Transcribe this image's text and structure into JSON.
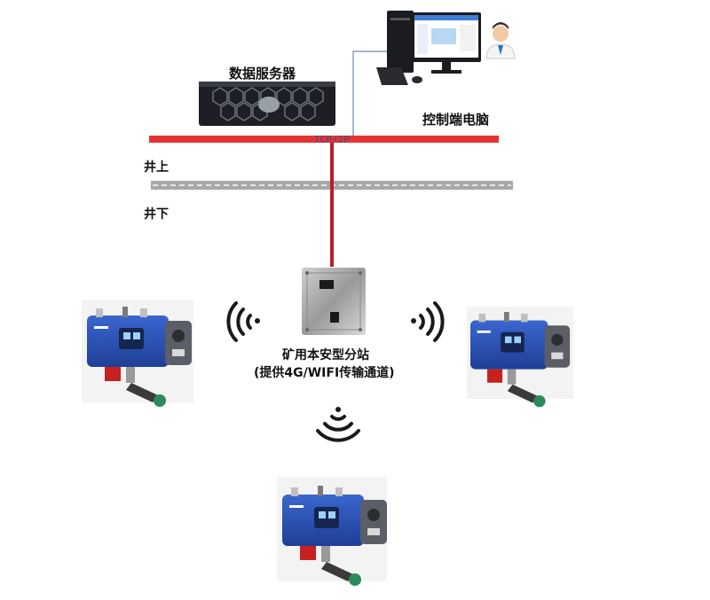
{
  "labels": {
    "server": "数据服务器",
    "control_pc": "控制端电脑",
    "protocol": "TCP/IP",
    "above_ground": "井上",
    "below_ground": "井下",
    "substation_line1": "矿用本安型分站",
    "substation_line2": "(提供4G/WIFI传输通道)"
  },
  "colors": {
    "bus": "#e53232",
    "link": "#b81f2a",
    "ground": "#a8a8a8",
    "device_blue": "#2a52b8",
    "device_gray": "#5b5e66",
    "device_red": "#c8201e"
  },
  "icons": [
    "server-icon",
    "computer-icon",
    "user-icon",
    "wifi-icon",
    "substation-box-icon",
    "robot-device-icon"
  ]
}
